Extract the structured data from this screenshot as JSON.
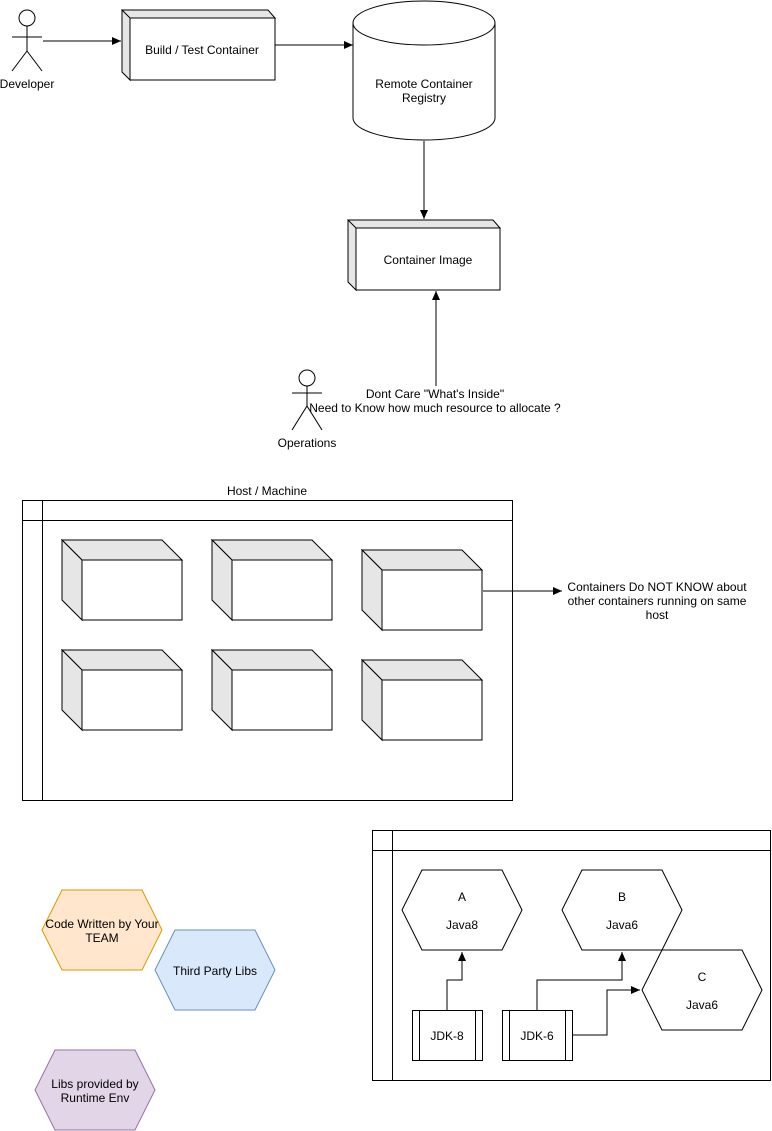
{
  "actors": {
    "developer": "Developer",
    "operations": "Operations"
  },
  "nodes": {
    "build_container": "Build / Test Container",
    "registry_line1": "Remote Container",
    "registry_line2": "Registry",
    "container_image": "Container Image"
  },
  "operations_note": {
    "line1": "Dont Care \"What's Inside\"",
    "line2": "Need to Know how much resource to allocate ?"
  },
  "host": {
    "title": "Host / Machine"
  },
  "containers_note": {
    "line1": "Containers Do NOT KNOW about",
    "line2": "other containers running on same",
    "line3": "host"
  },
  "legend": {
    "team_code_line1": "Code Written by Your",
    "team_code_line2": "TEAM",
    "third_party": "Third Party Libs",
    "runtime_line1": "Libs provided by",
    "runtime_line2": "Runtime Env"
  },
  "apps": {
    "a_name": "A",
    "a_runtime": "Java8",
    "b_name": "B",
    "b_runtime": "Java6",
    "c_name": "C",
    "c_runtime": "Java6",
    "jdk8": "JDK-8",
    "jdk6": "JDK-6"
  },
  "colors": {
    "team_code_fill": "#ffe6cc",
    "team_code_stroke": "#d79b00",
    "third_party_fill": "#dae8fc",
    "third_party_stroke": "#6c8ebf",
    "runtime_fill": "#e1d5e7",
    "runtime_stroke": "#9673a6",
    "cube_side": "#e6e6e6"
  }
}
